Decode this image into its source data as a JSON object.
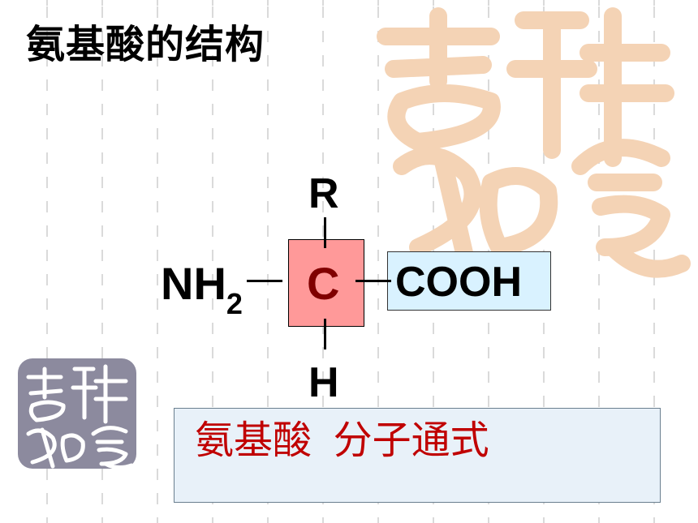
{
  "title": "氨基酸的结构",
  "structure": {
    "r_group": "R",
    "center_atom": "C",
    "hydrogen": "H",
    "amino_group_main": "NH",
    "amino_group_subscript": "2",
    "carboxyl_group": "COOH"
  },
  "caption": "氨基酸  分子通式",
  "decorations": {
    "seal_text": "吉祥如意",
    "big_seal_color": "#f4d3b5",
    "small_seal_color": "#8c8a9e"
  }
}
